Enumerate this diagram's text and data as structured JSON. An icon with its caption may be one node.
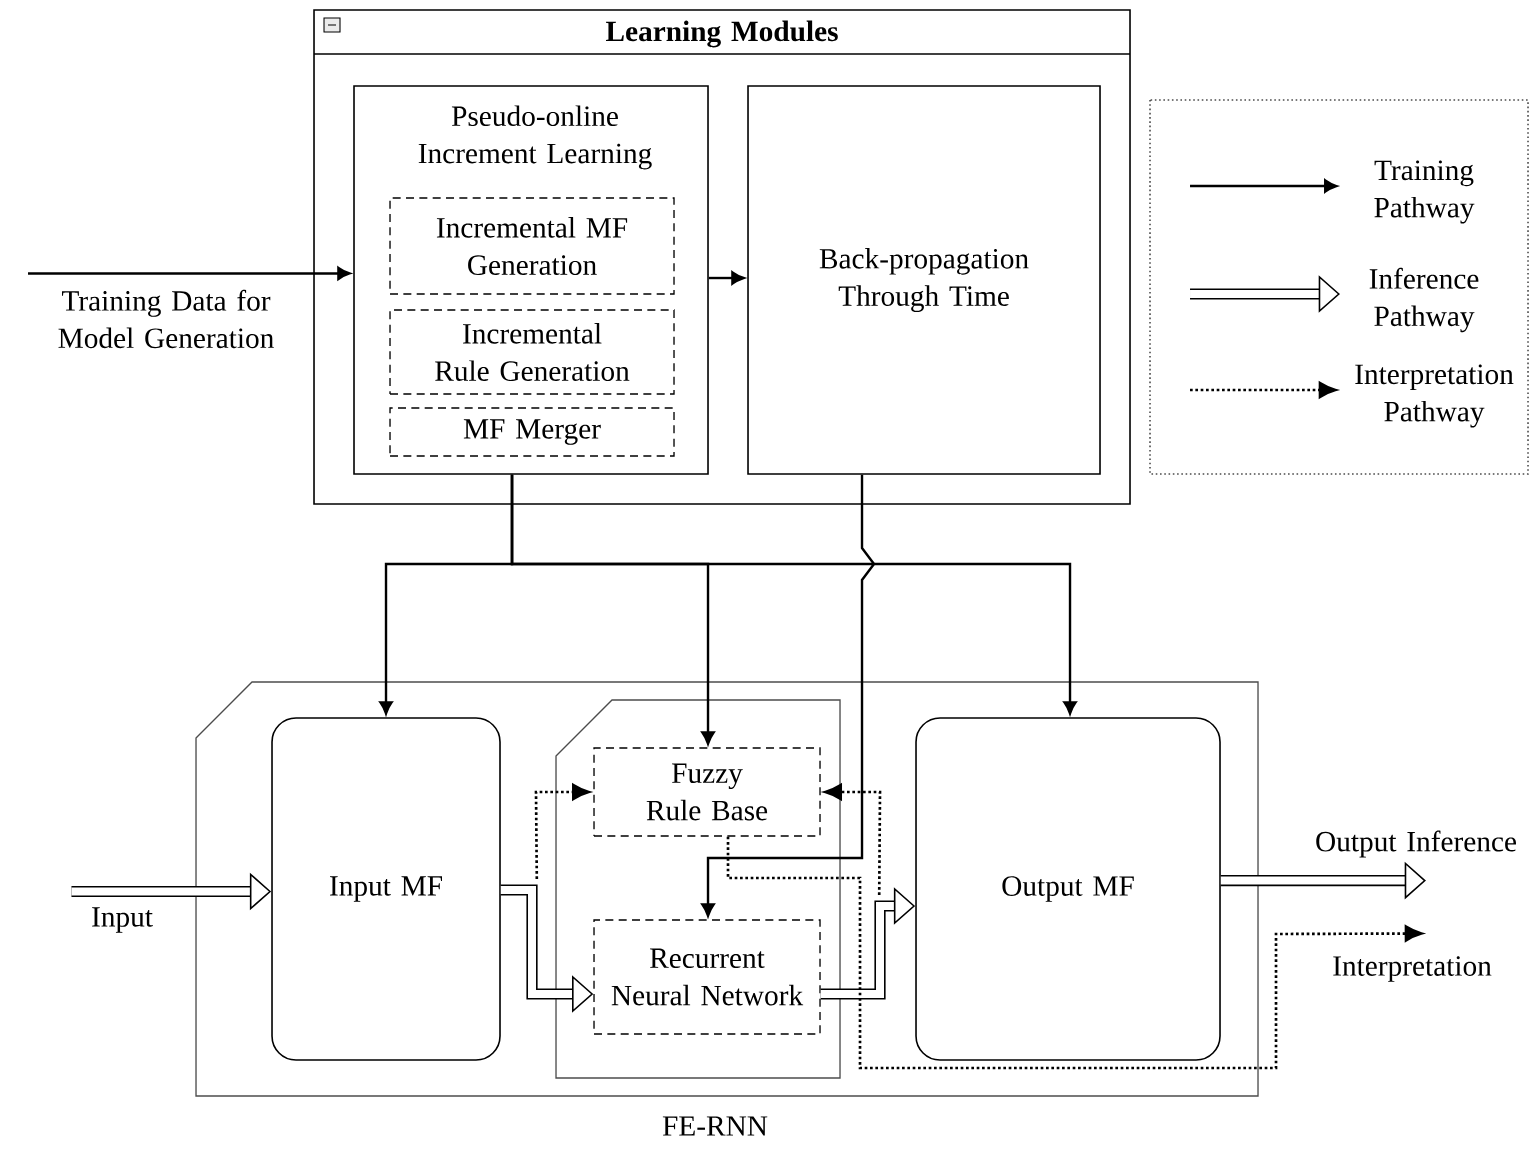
{
  "diagram": {
    "nodes": [
      {
        "text": [
          "Learning Modules"
        ]
      },
      {
        "text": [
          "Pseudo-online Increment Learning"
        ],
        "in": 0
      },
      {
        "text": [
          "Incremental MF Generation"
        ],
        "in": 1
      },
      {
        "text": [
          "Incremental Rule Generation"
        ],
        "in": 1
      },
      {
        "text": [
          "MF Merger"
        ],
        "in": 1
      },
      {
        "text": [
          "Back-propagation Through Time"
        ],
        "in": 0
      },
      {
        "text": [
          "Training Data for Model Generation"
        ]
      },
      {
        "text": [
          "FE-RNN"
        ]
      },
      {
        "text": [
          "Input MF"
        ],
        "in": 7
      },
      {
        "text": [],
        "shape": "box",
        "in": 7
      },
      {
        "text": [
          "Fuzzy Rule Base"
        ],
        "in": 9
      },
      {
        "text": [
          "Recurrent Neural Network"
        ],
        "in": 9
      },
      {
        "text": [
          "Output MF"
        ],
        "in": 7
      },
      {
        "text": [
          "Input"
        ]
      },
      {
        "text": [
          "Output Inference"
        ]
      },
      {
        "text": [
          "Interpretation"
        ]
      }
    ],
    "edges": [
      {
        "from": 6,
        "to": 1,
        "arrow": "to"
      },
      {
        "from": 1,
        "to": 5,
        "arrow": "to"
      },
      {
        "from": 1,
        "to": 8,
        "arrow": "to"
      },
      {
        "from": 1,
        "to": 10,
        "arrow": "to"
      },
      {
        "from": 1,
        "to": 12,
        "arrow": "to"
      },
      {
        "from": 5,
        "to": 11,
        "arrow": "to"
      },
      {
        "from": 13,
        "to": 8,
        "arrow": "to",
        "style": "thick"
      },
      {
        "from": 8,
        "to": 11,
        "arrow": "to",
        "style": "thick"
      },
      {
        "from": 11,
        "to": 12,
        "arrow": "to",
        "style": "thick"
      },
      {
        "from": 12,
        "to": 14,
        "arrow": "to",
        "style": "thick"
      },
      {
        "from": 8,
        "to": 10,
        "arrow": "to",
        "style": "dashed"
      },
      {
        "from": 12,
        "to": 10,
        "arrow": "to",
        "style": "dashed"
      },
      {
        "from": 10,
        "to": 15,
        "arrow": "to",
        "style": "dashed"
      }
    ],
    "legend": [
      {
        "text": "Training Pathway"
      },
      {
        "text": "Inference Pathway"
      },
      {
        "text": "Interpretation Pathway"
      }
    ]
  }
}
